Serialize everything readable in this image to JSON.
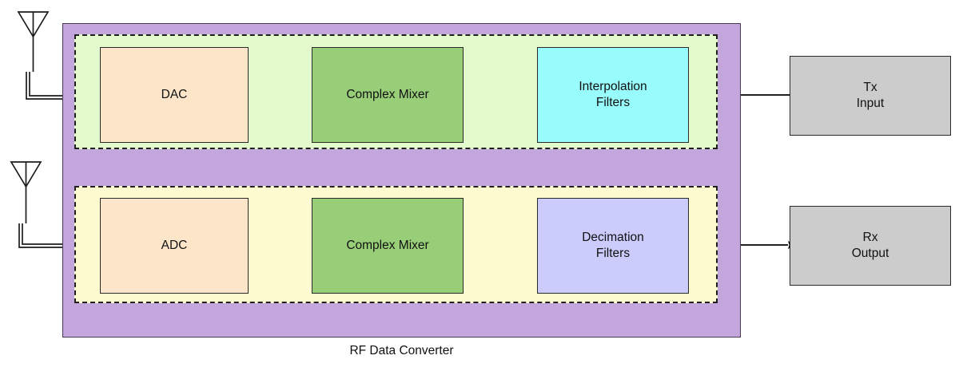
{
  "diagram": {
    "caption": "RF Data Converter",
    "colors": {
      "container_fill": "#c3a6db",
      "container_stroke": "#4a3a50",
      "tx_region_fill": "#e2facc",
      "rx_region_fill": "#fdfbcf",
      "region_stroke": "#1f1f1f",
      "converter_fill": "#fde5ca",
      "mixer_fill": "#97ce77",
      "interpolation_fill": "#99fcfc",
      "decimation_fill": "#ccccfc",
      "io_fill": "#cccccc",
      "line_stroke": "#000000",
      "box_stroke": "#2a2a2a",
      "text": "#111111",
      "page_bg": "#ffffff"
    },
    "tx_chain": {
      "region_name": "transmit-path",
      "blocks": [
        {
          "id": "dac",
          "label": "DAC"
        },
        {
          "id": "tx-complex-mixer",
          "label": "Complex Mixer"
        },
        {
          "id": "interpolation-filters",
          "label": "Interpolation\nFilters"
        }
      ],
      "flow_direction": "right-to-left"
    },
    "rx_chain": {
      "region_name": "receive-path",
      "blocks": [
        {
          "id": "adc",
          "label": "ADC"
        },
        {
          "id": "rx-complex-mixer",
          "label": "Complex Mixer"
        },
        {
          "id": "decimation-filters",
          "label": "Decimation\nFilters"
        }
      ],
      "flow_direction": "left-to-right"
    },
    "io_blocks": [
      {
        "id": "tx-input",
        "label": "Tx\nInput"
      },
      {
        "id": "rx-output",
        "label": "Rx\nOutput"
      }
    ],
    "antennas": [
      {
        "id": "tx-antenna",
        "connects_to": "dac"
      },
      {
        "id": "rx-antenna",
        "connects_to": "adc"
      }
    ]
  }
}
